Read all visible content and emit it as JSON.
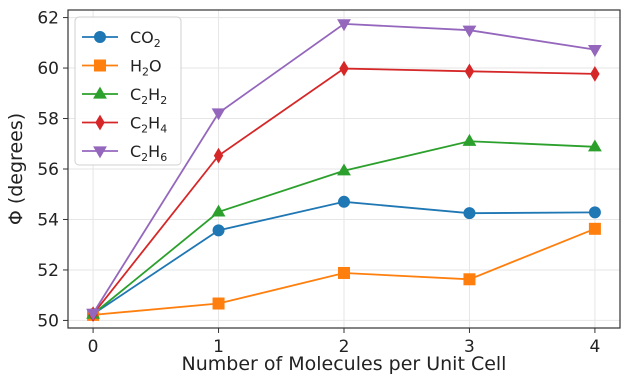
{
  "chart_data": {
    "type": "line",
    "x": [
      0,
      1,
      2,
      3,
      4
    ],
    "xlabel": "Number of Molecules per Unit Cell",
    "ylabel": "Φ (degrees)",
    "xlim": [
      -0.2,
      4.2
    ],
    "ylim": [
      49.7,
      62.3
    ],
    "xticks": [
      "0",
      "1",
      "2",
      "3",
      "4"
    ],
    "yticks": [
      "50",
      "52",
      "54",
      "56",
      "58",
      "60",
      "62"
    ],
    "grid": true,
    "legend_position": "top-left",
    "series": [
      {
        "name": "CO",
        "sub": "2",
        "tail": "",
        "color": "#1f77b4",
        "marker": "circle",
        "values": [
          50.25,
          53.57,
          54.7,
          54.25,
          54.28
        ]
      },
      {
        "name": "H",
        "sub": "2",
        "tail": "O",
        "color": "#ff7f0e",
        "marker": "square",
        "values": [
          50.22,
          50.67,
          51.88,
          51.63,
          53.63
        ]
      },
      {
        "name": "C",
        "sub": "2",
        "tail": "H",
        "sub2": "2",
        "color": "#2ca02c",
        "marker": "triangle-up",
        "values": [
          50.25,
          54.3,
          55.93,
          57.1,
          56.88
        ]
      },
      {
        "name": "C",
        "sub": "2",
        "tail": "H",
        "sub2": "4",
        "color": "#d62728",
        "marker": "diamond",
        "values": [
          50.25,
          56.53,
          59.98,
          59.87,
          59.77
        ]
      },
      {
        "name": "C",
        "sub": "2",
        "tail": "H",
        "sub2": "6",
        "color": "#9467bd",
        "marker": "triangle-down",
        "values": [
          50.28,
          58.22,
          61.75,
          61.5,
          60.73
        ]
      }
    ]
  }
}
